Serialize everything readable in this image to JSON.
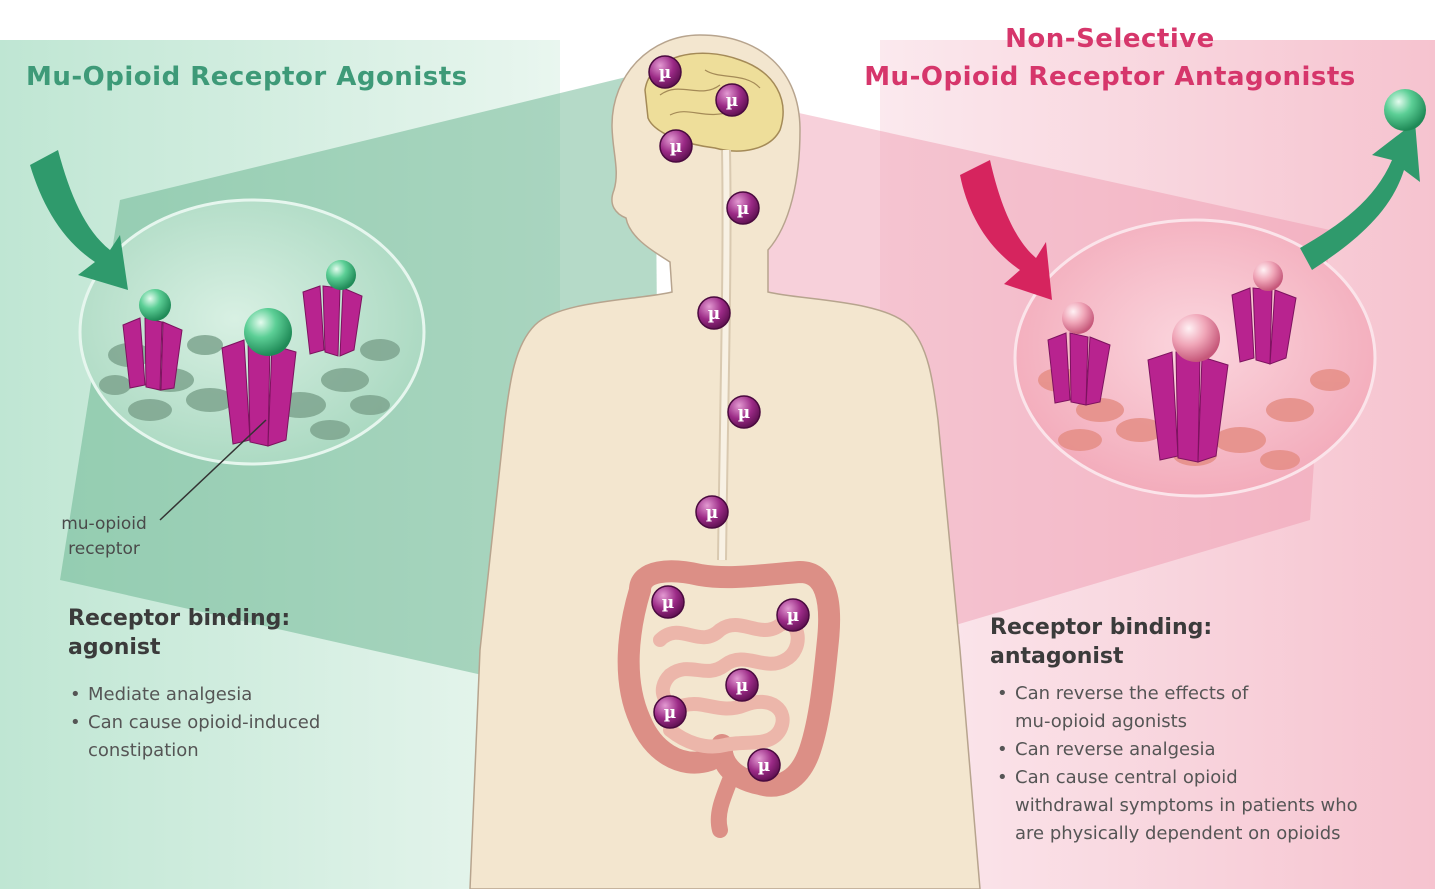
{
  "titles": {
    "agonists": "Mu-Opioid Receptor Agonists",
    "antagonists_line1": "Non-Selective",
    "antagonists_line2": "Mu-Opioid Receptor Antagonists"
  },
  "callout": {
    "line1": "mu-opioid",
    "line2": "receptor"
  },
  "receptor_symbol": "µ",
  "agonist_panel": {
    "heading_line1": "Receptor binding:",
    "heading_line2": "agonist",
    "bullets": [
      {
        "lines": [
          "Mediate analgesia"
        ]
      },
      {
        "lines": [
          "Can cause opioid-induced",
          "constipation"
        ]
      }
    ]
  },
  "antagonist_panel": {
    "heading_line1": "Receptor binding:",
    "heading_line2": "antagonist",
    "bullets": [
      {
        "lines": [
          "Can reverse the effects of",
          "mu-opioid agonists"
        ]
      },
      {
        "lines": [
          "Can reverse analgesia"
        ]
      },
      {
        "lines": [
          "Can cause central opioid",
          "withdrawal symptoms in patients who",
          "are physically dependent on opioids"
        ]
      }
    ]
  },
  "colors": {
    "agonist_accent": "#3e9a78",
    "antagonist_accent": "#d6366b",
    "receptor": "#b8238f",
    "ligand": "#3fb57f",
    "body_skin": "#f3e6cf"
  }
}
